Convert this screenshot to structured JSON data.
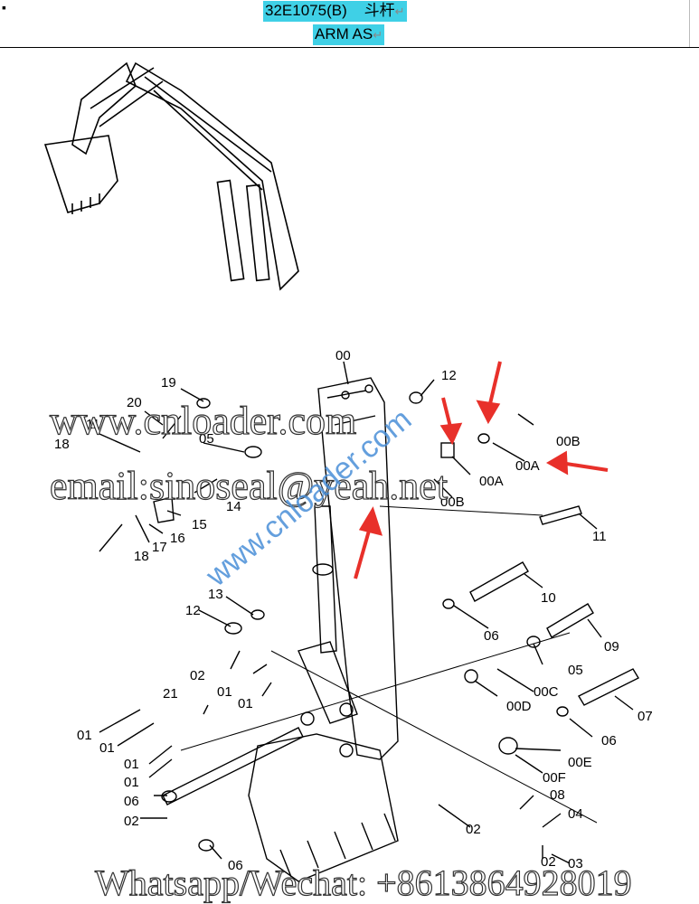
{
  "header": {
    "part_code": "32E1075(B)",
    "part_name_cn": "斗杆",
    "part_name_en": "ARM AS",
    "return_mark": "↵"
  },
  "bullet": "▪",
  "callouts": [
    {
      "id": "c00",
      "text": "00"
    },
    {
      "id": "c12a",
      "text": "12"
    },
    {
      "id": "c19",
      "text": "19"
    },
    {
      "id": "c20",
      "text": "20"
    },
    {
      "id": "c11a",
      "text": "11"
    },
    {
      "id": "c18a",
      "text": "18"
    },
    {
      "id": "c05a",
      "text": "05"
    },
    {
      "id": "c00b1",
      "text": "00B"
    },
    {
      "id": "c00a1",
      "text": "00A"
    },
    {
      "id": "c00a2",
      "text": "00A"
    },
    {
      "id": "c00b2",
      "text": "00B"
    },
    {
      "id": "c14",
      "text": "14"
    },
    {
      "id": "c15",
      "text": "15"
    },
    {
      "id": "c16",
      "text": "16"
    },
    {
      "id": "c17",
      "text": "17"
    },
    {
      "id": "c18b",
      "text": "18"
    },
    {
      "id": "c11b",
      "text": "11"
    },
    {
      "id": "c13",
      "text": "13"
    },
    {
      "id": "c10",
      "text": "10"
    },
    {
      "id": "c12b",
      "text": "12"
    },
    {
      "id": "c06a",
      "text": "06"
    },
    {
      "id": "c09",
      "text": "09"
    },
    {
      "id": "c02a",
      "text": "02"
    },
    {
      "id": "c05b",
      "text": "05"
    },
    {
      "id": "c00c",
      "text": "00C"
    },
    {
      "id": "c01a",
      "text": "01"
    },
    {
      "id": "c01b",
      "text": "01"
    },
    {
      "id": "c00d",
      "text": "00D"
    },
    {
      "id": "c21",
      "text": "21"
    },
    {
      "id": "c07",
      "text": "07"
    },
    {
      "id": "c01c",
      "text": "01"
    },
    {
      "id": "c01d",
      "text": "01"
    },
    {
      "id": "c06b",
      "text": "06"
    },
    {
      "id": "c00e",
      "text": "00E"
    },
    {
      "id": "c01e",
      "text": "01"
    },
    {
      "id": "c00f",
      "text": "00F"
    },
    {
      "id": "c01f",
      "text": "01"
    },
    {
      "id": "c06c",
      "text": "06"
    },
    {
      "id": "c08",
      "text": "08"
    },
    {
      "id": "c02b",
      "text": "02"
    },
    {
      "id": "c04",
      "text": "04"
    },
    {
      "id": "c02c",
      "text": "02"
    },
    {
      "id": "c02d",
      "text": "02"
    },
    {
      "id": "c06d",
      "text": "06"
    },
    {
      "id": "c03",
      "text": "03"
    }
  ],
  "watermarks": {
    "site": "www.cnloader.com",
    "site_diag": "www.cnloader.com",
    "email": "email:sinoseal@yeah.net",
    "phone": "Whatsapp/Wechat: +8613864928019"
  },
  "colors": {
    "header_bg": "#3fd0e6",
    "arrow": "#e8302a",
    "watermark_blue": "#4a8fd8"
  }
}
